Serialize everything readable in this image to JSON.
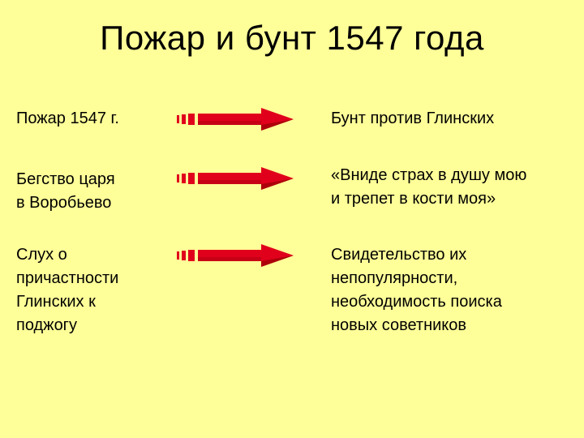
{
  "slide": {
    "title": "Пожар и бунт 1547 года",
    "rows": [
      {
        "cause": [
          "Пожар 1547 г."
        ],
        "effect": [
          "Бунт против Глинских"
        ]
      },
      {
        "cause": [
          "Бегство царя",
          "в Воробьево"
        ],
        "effect": [
          "«Вниде страх в душу мою",
          "и трепет в кости моя»"
        ]
      },
      {
        "cause": [
          "Слух о",
          "причастности",
          "Глинских к",
          "поджогу"
        ],
        "effect": [
          "Свидетельство их",
          "непопулярности,",
          "необходимость поиска",
          "новых советников"
        ]
      }
    ]
  },
  "colors": {
    "background": "#FFFF99",
    "arrow_fill": "#E0001B",
    "arrow_shade": "#8B0000",
    "text": "#000000"
  },
  "icons": {
    "arrow": "striped-right-arrow-icon"
  }
}
